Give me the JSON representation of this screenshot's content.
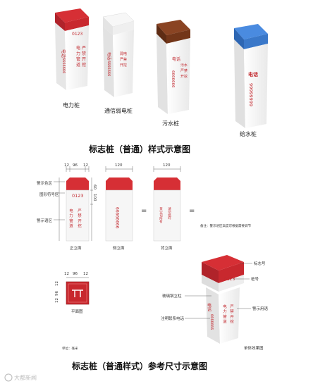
{
  "colors": {
    "red": "#c2282e",
    "post_body": "#f3f3f3",
    "sewage_cap": "#7a3a1e",
    "water_cap": "#3d7fd0"
  },
  "top": {
    "posts": [
      {
        "name": "电力桩",
        "number": "0123",
        "phone_label": "电话",
        "phone": "6666666",
        "text_lines": [
          "电",
          "力",
          "管",
          "道"
        ],
        "text2": [
          "严",
          "禁",
          "开",
          "挖"
        ]
      },
      {
        "name": "通信弱电桩",
        "phone_label": "电话",
        "phone": "6666666",
        "text2": [
          "弱电",
          "严禁",
          "开挖"
        ]
      },
      {
        "name": "污水桩",
        "phone_label": "电话",
        "phone": "6666666",
        "text2": [
          "污水",
          "严禁",
          "开挖"
        ]
      },
      {
        "name": "给水桩",
        "phone_label": "电话",
        "phone": "99999999"
      }
    ],
    "caption": "标志桩（普通）样式示意图"
  },
  "middle": {
    "zone_labels": [
      "警示色区",
      "图形符号区",
      "警示语区"
    ],
    "front": {
      "label": "正立面",
      "dims_top": [
        "12",
        "96",
        "12"
      ],
      "dims_side": [
        "60",
        "100"
      ],
      "number": "0123",
      "text_a": "电 力 管 道",
      "text_b": "严 禁 开 挖"
    },
    "side": {
      "label": "侧立面",
      "dim_top": "120",
      "phone": "66666666"
    },
    "back": {
      "label": "背立面",
      "dim_top": "120",
      "text_a": "某公司所有",
      "text_b": "请勿损坏"
    },
    "equals": "=",
    "note": "备注：警示语区高度可根据需要调节",
    "plan": {
      "label": "平面图",
      "dims_top": [
        "12",
        "96",
        "12"
      ],
      "dims_side": [
        "12",
        "96",
        "12"
      ]
    },
    "unit": "单位：毫米",
    "iso": {
      "label": "单体效果图",
      "callouts": [
        "标志号",
        "桩号",
        "玻璃钢立柱",
        "警示用语",
        "注明联系电话"
      ],
      "number": "0123"
    }
  },
  "bottom": {
    "caption": "标志桩（普通样式）参考尺寸示意图",
    "watermark": "大都新闻"
  }
}
